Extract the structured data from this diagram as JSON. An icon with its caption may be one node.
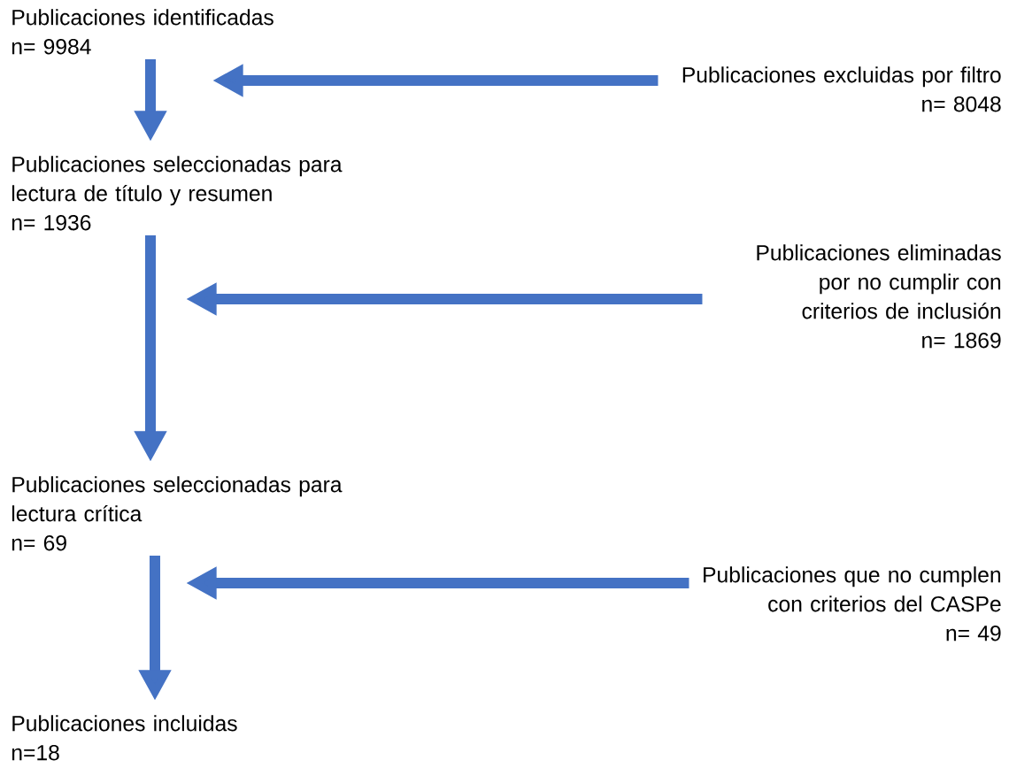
{
  "diagram": {
    "nodes": [
      {
        "text": [
          "Publicaciones identificadas",
          "n= 9984"
        ]
      },
      {
        "text": [
          "Publicaciones excluidas por filtro",
          "n= 8048"
        ]
      },
      {
        "text": [
          "Publicaciones seleccionadas para lectura de título y resumen",
          "n= 1936"
        ]
      },
      {
        "text": [
          "Publicaciones eliminadas por no cumplir con criterios de inclusión",
          "n= 1869"
        ]
      },
      {
        "text": [
          "Publicaciones seleccionadas para lectura crítica",
          "n= 69"
        ]
      },
      {
        "text": [
          "Publicaciones que no cumplen con criterios del CASPe",
          "n= 49"
        ]
      },
      {
        "text": [
          "Publicaciones incluidas",
          "n=18"
        ]
      }
    ],
    "edges": [
      {
        "from": 0,
        "to": 2,
        "arrow": "to"
      },
      {
        "from": 1,
        "to": 0,
        "arrow": "to"
      },
      {
        "from": 2,
        "to": 4,
        "arrow": "to"
      },
      {
        "from": 3,
        "to": null,
        "arrow": "to"
      },
      {
        "from": 4,
        "to": 6,
        "arrow": "to"
      },
      {
        "from": 5,
        "to": 4,
        "arrow": "to"
      }
    ]
  }
}
